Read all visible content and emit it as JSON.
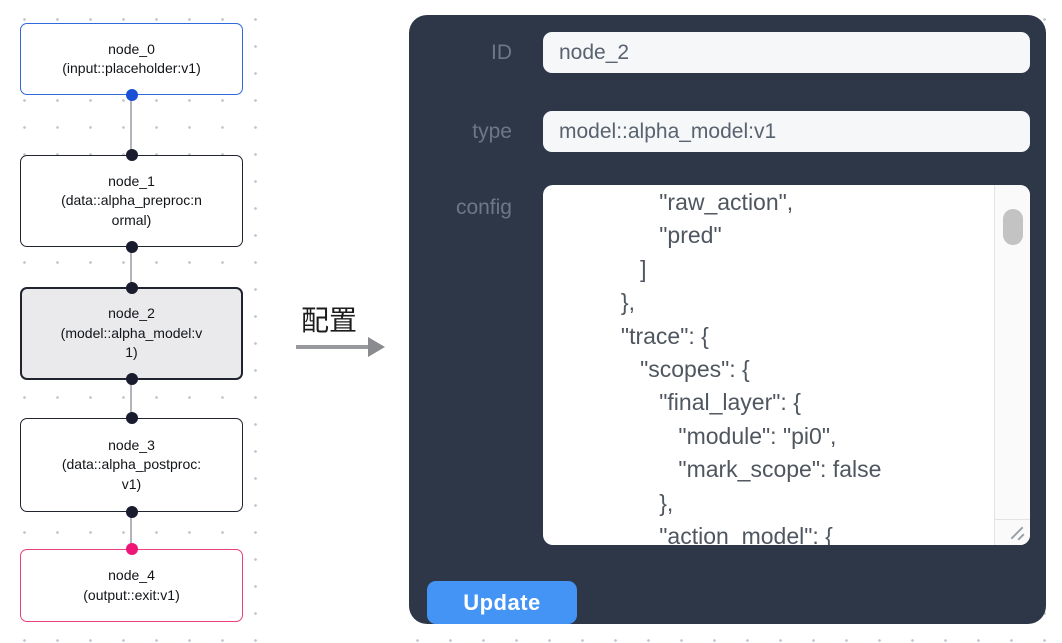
{
  "flow": {
    "nodes": [
      {
        "title": "node_0",
        "subtitle": "(input::placeholder:v1)",
        "variant": "input"
      },
      {
        "title": "node_1",
        "subtitle": "(data::alpha_preproc:normal)",
        "variant": "default"
      },
      {
        "title": "node_2",
        "subtitle": "(model::alpha_model:v1)",
        "variant": "selected"
      },
      {
        "title": "node_3",
        "subtitle": "(data::alpha_postproc:v1)",
        "variant": "default"
      },
      {
        "title": "node_4",
        "subtitle": "(output::exit:v1)",
        "variant": "output"
      }
    ]
  },
  "transition": {
    "label": "配置"
  },
  "panel": {
    "id_label": "ID",
    "id_value": "node_2",
    "type_label": "type",
    "type_value": "model::alpha_model:v1",
    "config_label": "config",
    "config_lines": [
      "                \"raw_action\",",
      "                \"pred\"",
      "             ]",
      "          },",
      "          \"trace\": {",
      "             \"scopes\": {",
      "                \"final_layer\": {",
      "                   \"module\": \"pi0\",",
      "                   \"mark_scope\": false",
      "                },",
      "                \"action_model\": {"
    ],
    "update_label": "Update"
  },
  "colors": {
    "panel_bg": "#2d3748",
    "button_blue": "#4494f6",
    "node_input_border": "#2e68dd",
    "node_output_border": "#e9407e",
    "handle_dark": "#191b2e",
    "handle_blue": "#1b50d6",
    "handle_pink": "#ee1577",
    "edge_gray": "#b4b4ba"
  }
}
